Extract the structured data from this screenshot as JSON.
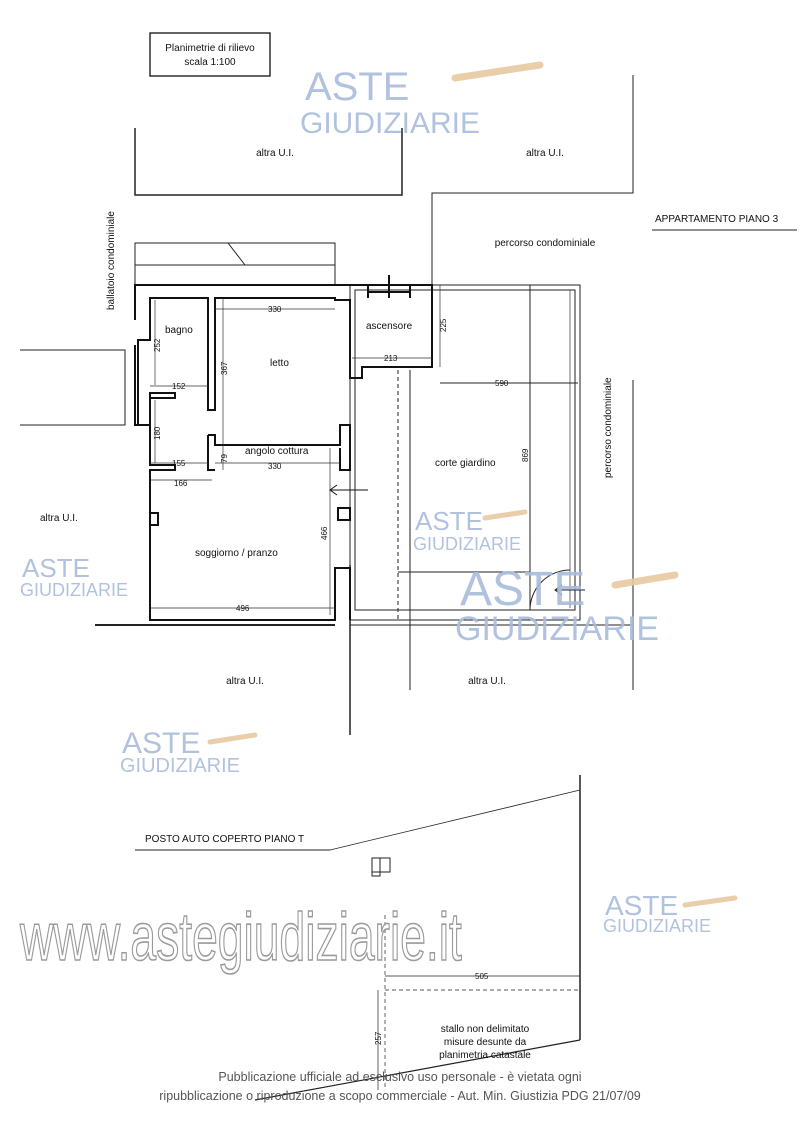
{
  "title_box": {
    "line1": "Planimetrie di rilievo",
    "line2": "scala 1:100"
  },
  "section_apartment": "APPARTAMENTO PIANO 3",
  "section_parking": "POSTO AUTO COPERTO PIANO T",
  "labels": {
    "altra_ui": "altra U.I.",
    "percorso": "percorso condominiale",
    "ballatoio": "ballatoio condominiale",
    "bagno": "bagno",
    "letto": "letto",
    "ascensore": "ascensore",
    "angolo_cottura": "angolo cottura",
    "soggiorno": "soggiorno / pranzo",
    "corte": "corte giardino",
    "stallo1": "stallo non delimitato",
    "stallo2": "misure desunte da",
    "stallo3": "planimetria catastale"
  },
  "dimensions": {
    "letto_w": "330",
    "asc_h": "225",
    "asc_w": "213",
    "corte_w": "590",
    "corte_h": "869",
    "bagno_h": "252",
    "letto_h": "367",
    "bagno_w": "152",
    "disimp_h": "180",
    "disimp_w": "155",
    "cottura_h": "79",
    "cottura_w": "330",
    "ingr_w": "166",
    "sogg_h": "466",
    "sogg_w": "496",
    "posto_w": "505",
    "posto_h": "257"
  },
  "watermark": {
    "line1": "ASTE",
    "line2": "GIUDIZIARIE",
    "url": "www.astegiudiziarie.it"
  },
  "footer": {
    "line1": "Pubblicazione ufficiale ad esclusivo uso personale - è vietata ogni",
    "line2": "ripubblicazione o riproduzione a scopo commerciale - Aut. Min. Giustizia PDG 21/07/09"
  },
  "colors": {
    "watermark_blue": "#a9bcdc",
    "gavel": "#e8c9a0"
  }
}
